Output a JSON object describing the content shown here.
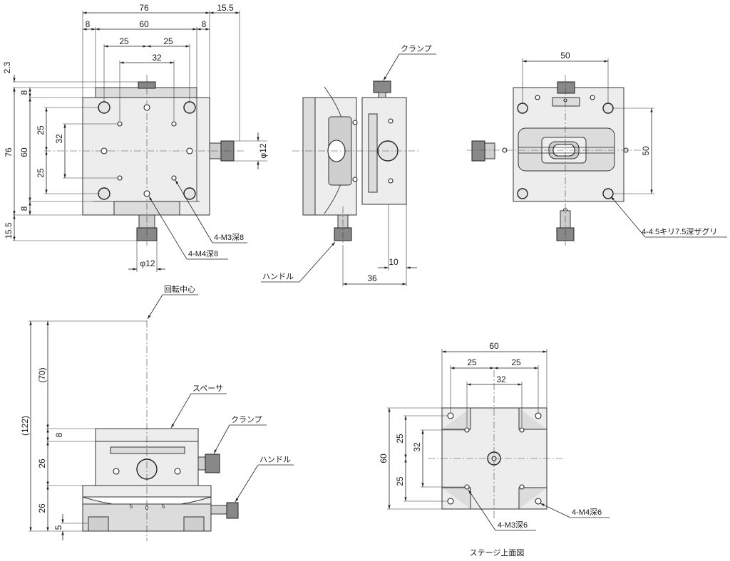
{
  "front_view": {
    "dims": {
      "w76": "76",
      "w15_5": "15.5",
      "w8a": "8",
      "w60": "60",
      "w8b": "8",
      "w25a": "25",
      "w25b": "25",
      "w32": "32",
      "h2_3": "2.3",
      "h8a": "8",
      "h76": "76",
      "h60": "60",
      "h25a": "25",
      "h32": "32",
      "h25b": "25",
      "h8b": "8",
      "h15_5": "15.5",
      "phi12_right": "φ12",
      "phi12_bottom": "φ12"
    },
    "labels": {
      "m3": "4-M3深8",
      "m4": "4-M4深8"
    }
  },
  "side_view": {
    "clamp": "クランプ",
    "handle": "ハンドル",
    "dims": {
      "d10": "10",
      "d36": "36"
    }
  },
  "right_view": {
    "dims": {
      "d50_top": "50",
      "d50_side": "50"
    },
    "label_holes": "4-4.5キリ7.5深ザグリ"
  },
  "elevation_view": {
    "rotation_center": "回転中心",
    "spacer": "スペーサ",
    "clamp": "クランプ",
    "handle": "ハンドル",
    "dims": {
      "d122": "(122)",
      "d70": "(70)",
      "d8": "8",
      "d26a": "26",
      "d26b": "26",
      "d5": "5"
    },
    "scale": [
      "5",
      "0",
      "5"
    ]
  },
  "stage_top_view": {
    "dims": {
      "d60": "60",
      "d25a": "25",
      "d25b": "25",
      "d32": "32",
      "h60": "60",
      "h25a": "25",
      "h32": "32",
      "h25b": "25"
    },
    "label_m4": "4-M4深6",
    "label_m3": "4-M3深6",
    "caption": "ステージ上面図"
  }
}
